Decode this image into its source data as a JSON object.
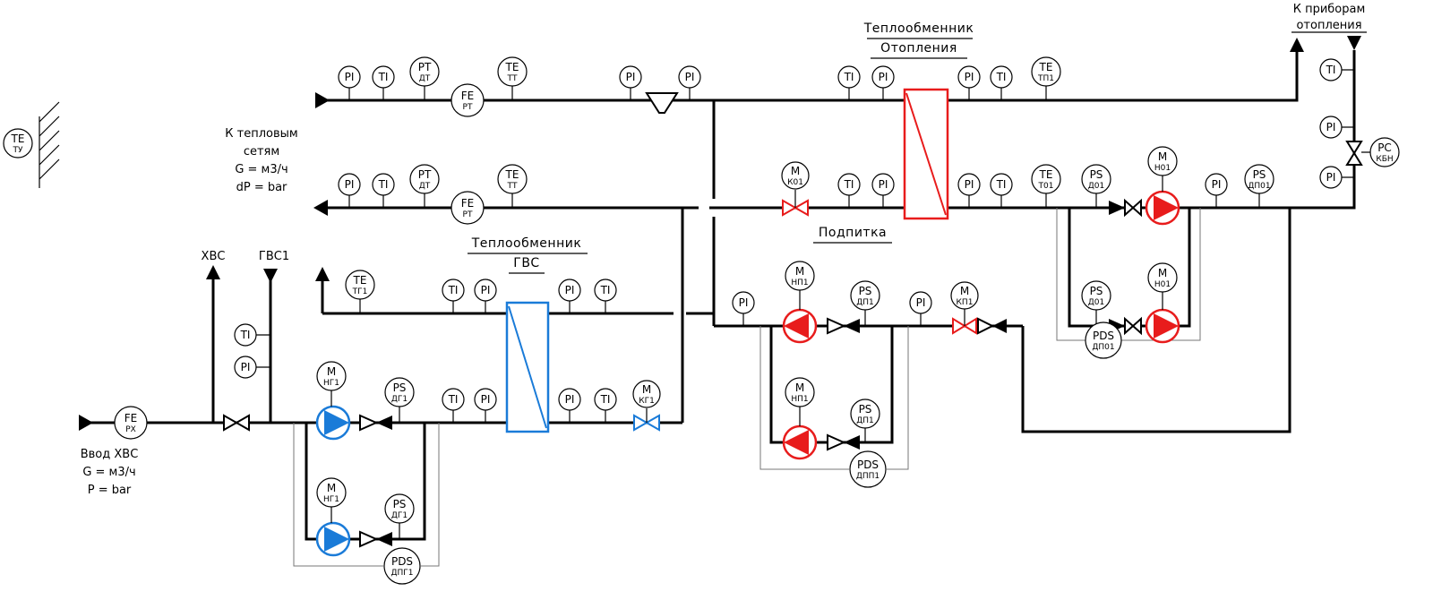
{
  "titles": {
    "hx_heat_1": "Теплообменник",
    "hx_heat_2": "Отопления",
    "hx_dhw_1": "Теплообменник",
    "hx_dhw_2": "ГВС",
    "makeup": "Подпитка"
  },
  "labels": {
    "to_heating_1": "К приборам",
    "to_heating_2": "отопления",
    "to_network_1": "К тепловым",
    "to_network_2": "сетям",
    "to_network_3": "G = м3/ч",
    "to_network_4": "dP = bar",
    "cold_water": "ХВС",
    "hot_water": "ГВС1",
    "inlet_1": "Ввод ХВС",
    "inlet_2": "G = м3/ч",
    "inlet_3": "P = bar"
  },
  "colors": {
    "heating": "#e81c1c",
    "dhw": "#1a7bd8",
    "pipe": "#000000"
  },
  "instruments": [
    {
      "id": "ty",
      "t": "TE",
      "s": "ТУ"
    },
    {
      "id": "s_pi1",
      "t": "PI",
      "s": ""
    },
    {
      "id": "s_ti1",
      "t": "TI",
      "s": ""
    },
    {
      "id": "s_pt",
      "t": "PT",
      "s": "ДТ"
    },
    {
      "id": "s_te",
      "t": "TE",
      "s": "ТТ"
    },
    {
      "id": "s_fe",
      "t": "FE",
      "s": "РТ"
    },
    {
      "id": "s_pi2",
      "t": "PI",
      "s": ""
    },
    {
      "id": "s_pi3",
      "t": "PI",
      "s": ""
    },
    {
      "id": "h_ti1",
      "t": "TI",
      "s": ""
    },
    {
      "id": "h_pi1",
      "t": "PI",
      "s": ""
    },
    {
      "id": "h_pi2",
      "t": "PI",
      "s": ""
    },
    {
      "id": "h_ti2",
      "t": "TI",
      "s": ""
    },
    {
      "id": "h_te",
      "t": "TE",
      "s": "ТП1"
    },
    {
      "id": "r_pi1",
      "t": "PI",
      "s": ""
    },
    {
      "id": "r_ti1",
      "t": "TI",
      "s": ""
    },
    {
      "id": "r_pt",
      "t": "PT",
      "s": "ДТ"
    },
    {
      "id": "r_te",
      "t": "TE",
      "s": "ТТ"
    },
    {
      "id": "r_fe",
      "t": "FE",
      "s": "РТ"
    },
    {
      "id": "r_mk",
      "t": "M",
      "s": "К01"
    },
    {
      "id": "r_ti2",
      "t": "TI",
      "s": ""
    },
    {
      "id": "r_pi2",
      "t": "PI",
      "s": ""
    },
    {
      "id": "r_pi3",
      "t": "PI",
      "s": ""
    },
    {
      "id": "r_ti3",
      "t": "TI",
      "s": ""
    },
    {
      "id": "r_te2",
      "t": "TE",
      "s": "Т01"
    },
    {
      "id": "r_ps",
      "t": "PS",
      "s": "Д01"
    },
    {
      "id": "r_m1",
      "t": "M",
      "s": "Н01"
    },
    {
      "id": "r_pi4",
      "t": "PI",
      "s": ""
    },
    {
      "id": "r_psd",
      "t": "PS",
      "s": "ДП01"
    },
    {
      "id": "v_ti",
      "t": "TI",
      "s": ""
    },
    {
      "id": "v_pi1",
      "t": "PI",
      "s": ""
    },
    {
      "id": "v_pc",
      "t": "PC",
      "s": "КБН"
    },
    {
      "id": "v_pi2",
      "t": "PI",
      "s": ""
    },
    {
      "id": "p2_ps",
      "t": "PS",
      "s": "Д01"
    },
    {
      "id": "p2_m",
      "t": "M",
      "s": "Н01"
    },
    {
      "id": "p_pds",
      "t": "PDS",
      "s": "ДП01"
    },
    {
      "id": "mk_pi1",
      "t": "PI",
      "s": ""
    },
    {
      "id": "mk_m1",
      "t": "M",
      "s": "НП1"
    },
    {
      "id": "mk_ps1",
      "t": "PS",
      "s": "ДП1"
    },
    {
      "id": "mk_pi2",
      "t": "PI",
      "s": ""
    },
    {
      "id": "mk_mv",
      "t": "M",
      "s": "КП1"
    },
    {
      "id": "mk_m2",
      "t": "M",
      "s": "НП1"
    },
    {
      "id": "mk_ps2",
      "t": "PS",
      "s": "ДП1"
    },
    {
      "id": "mk_pds",
      "t": "PDS",
      "s": "ДПП1"
    },
    {
      "id": "g_te",
      "t": "TE",
      "s": "ТГ1"
    },
    {
      "id": "g_ti1",
      "t": "TI",
      "s": ""
    },
    {
      "id": "g_pi1",
      "t": "PI",
      "s": ""
    },
    {
      "id": "g_pi2",
      "t": "PI",
      "s": ""
    },
    {
      "id": "g_ti2",
      "t": "TI",
      "s": ""
    },
    {
      "id": "c_ti",
      "t": "TI",
      "s": ""
    },
    {
      "id": "c_pi",
      "t": "PI",
      "s": ""
    },
    {
      "id": "c_fe",
      "t": "FE",
      "s": "РХ"
    },
    {
      "id": "c_m1",
      "t": "M",
      "s": "НГ1"
    },
    {
      "id": "c_ps1",
      "t": "PS",
      "s": "ДГ1"
    },
    {
      "id": "c_ti2",
      "t": "TI",
      "s": ""
    },
    {
      "id": "c_pi2",
      "t": "PI",
      "s": ""
    },
    {
      "id": "c_pi3",
      "t": "PI",
      "s": ""
    },
    {
      "id": "c_ti3",
      "t": "TI",
      "s": ""
    },
    {
      "id": "c_mv",
      "t": "M",
      "s": "КГ1"
    },
    {
      "id": "c_m2",
      "t": "M",
      "s": "НГ1"
    },
    {
      "id": "c_ps2",
      "t": "PS",
      "s": "ДГ1"
    },
    {
      "id": "c_pds",
      "t": "PDS",
      "s": "ДПГ1"
    }
  ]
}
